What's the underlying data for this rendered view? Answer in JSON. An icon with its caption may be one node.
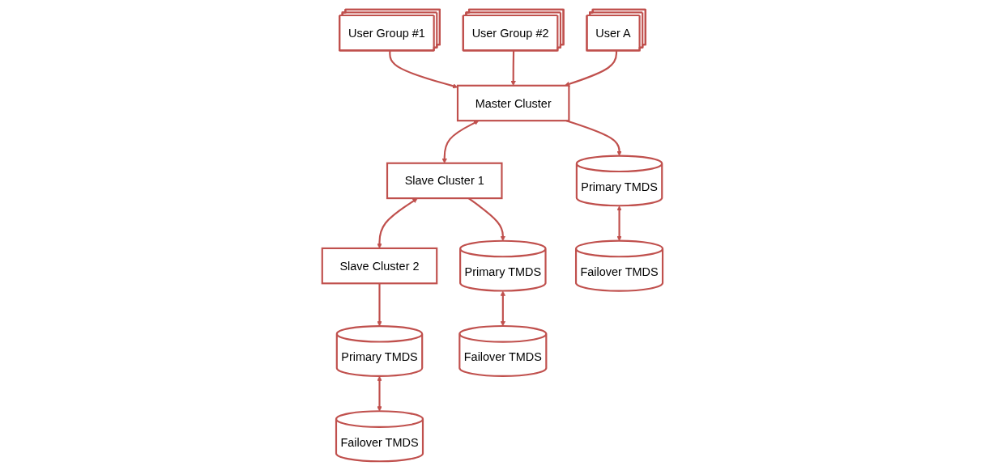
{
  "diagram": {
    "nodes": [
      {
        "text": [
          "User Group #1"
        ]
      },
      {
        "text": [
          "User Group #2"
        ]
      },
      {
        "text": [
          "User A"
        ]
      },
      {
        "text": [
          "Master Cluster"
        ]
      },
      {
        "text": [
          "Slave Cluster 1"
        ]
      },
      {
        "text": [
          "Slave Cluster 2"
        ]
      },
      {
        "text": [
          "Primary TMDS"
        ]
      },
      {
        "text": [
          "Failover TMDS"
        ]
      },
      {
        "text": [
          "Primary TMDS"
        ]
      },
      {
        "text": [
          "Failover TMDS"
        ]
      },
      {
        "text": [
          "Primary TMDS"
        ]
      },
      {
        "text": [
          "Failover TMDS"
        ]
      }
    ],
    "edges": [
      {
        "from": 0,
        "to": 3,
        "arrow": "to"
      },
      {
        "from": 1,
        "to": 3,
        "arrow": "to"
      },
      {
        "from": 2,
        "to": 3,
        "arrow": "to"
      },
      {
        "from": 3,
        "to": 4,
        "arrow": "both"
      },
      {
        "from": 4,
        "to": 5,
        "arrow": "both"
      },
      {
        "from": 3,
        "to": 6,
        "arrow": "to"
      },
      {
        "from": 4,
        "to": 8,
        "arrow": "to"
      },
      {
        "from": 5,
        "to": 10,
        "arrow": "to"
      },
      {
        "from": 6,
        "to": 7,
        "arrow": "both"
      },
      {
        "from": 8,
        "to": 9,
        "arrow": "both"
      },
      {
        "from": 10,
        "to": 11,
        "arrow": "both"
      }
    ]
  }
}
